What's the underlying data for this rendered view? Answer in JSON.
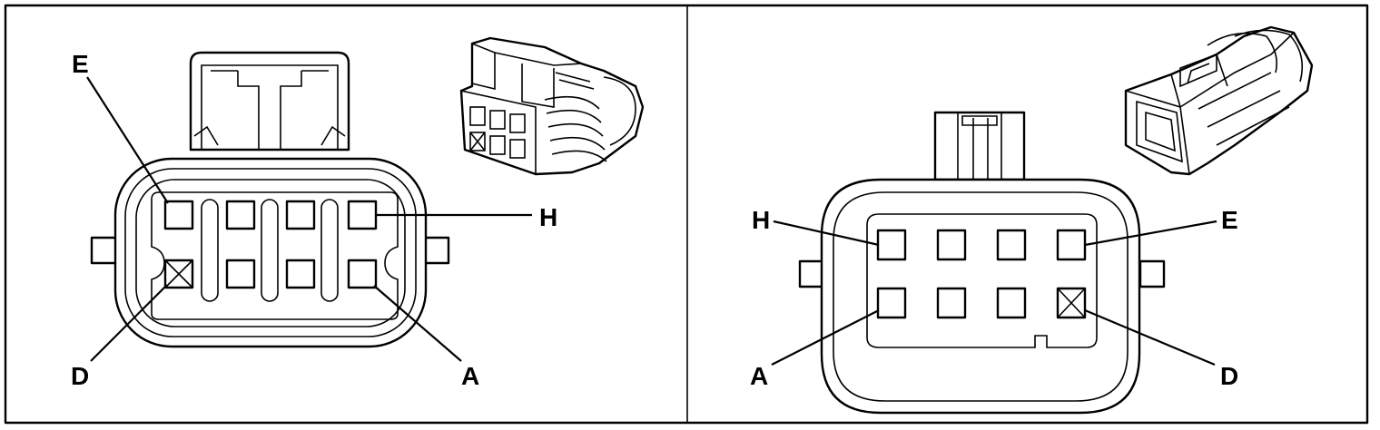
{
  "left_view": {
    "labels": {
      "top_left": "E",
      "right": "H",
      "bottom_left": "D",
      "bottom_right": "A"
    }
  },
  "right_view": {
    "labels": {
      "top_left": "H",
      "top_right": "E",
      "bottom_left": "A",
      "bottom_right": "D"
    }
  },
  "colors": {
    "line": "#000000",
    "background": "#ffffff"
  }
}
